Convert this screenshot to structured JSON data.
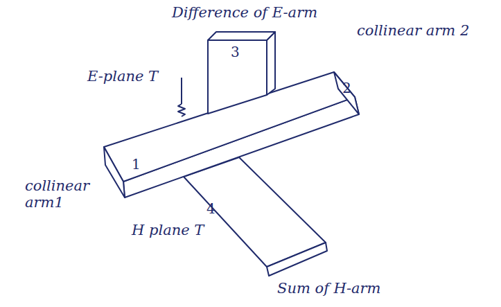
{
  "diagram": {
    "labels": [
      "Difference of E-arm",
      "collinear arm 2",
      "3",
      "2",
      "E-plane T",
      "1",
      "collinear arm1",
      "4",
      "H plane T",
      "Sum of H-arm"
    ]
  }
}
